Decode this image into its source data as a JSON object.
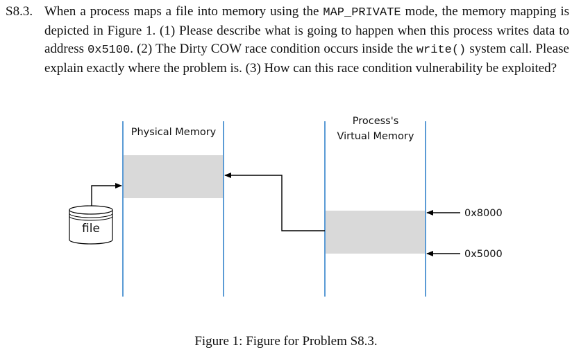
{
  "problem": {
    "number": "S8.3.",
    "segments": [
      "When a process maps a file into memory using the ",
      "MAP_PRIVATE",
      " mode, the memory mapping is depicted in Figure 1. (1) Please describe what is going to happen when this process writes data to address ",
      "0x5100",
      ". (2) The Dirty COW race condition occurs inside the ",
      "write()",
      " system call. Please explain exactly where the problem is. (3) How can this race condition vulnerability be exploited?"
    ]
  },
  "figure": {
    "physical_memory_label": "Physical Memory",
    "virtual_memory_label_line1": "Process's",
    "virtual_memory_label_line2": "Virtual Memory",
    "file_label": "file",
    "address_high": "0x8000",
    "address_low": "0x5000",
    "caption": "Figure 1: Figure for Problem S8.3."
  },
  "colors": {
    "divider_line": "#5b9bd5",
    "memory_block": "#d9d9d9",
    "arrow": "#000000"
  }
}
